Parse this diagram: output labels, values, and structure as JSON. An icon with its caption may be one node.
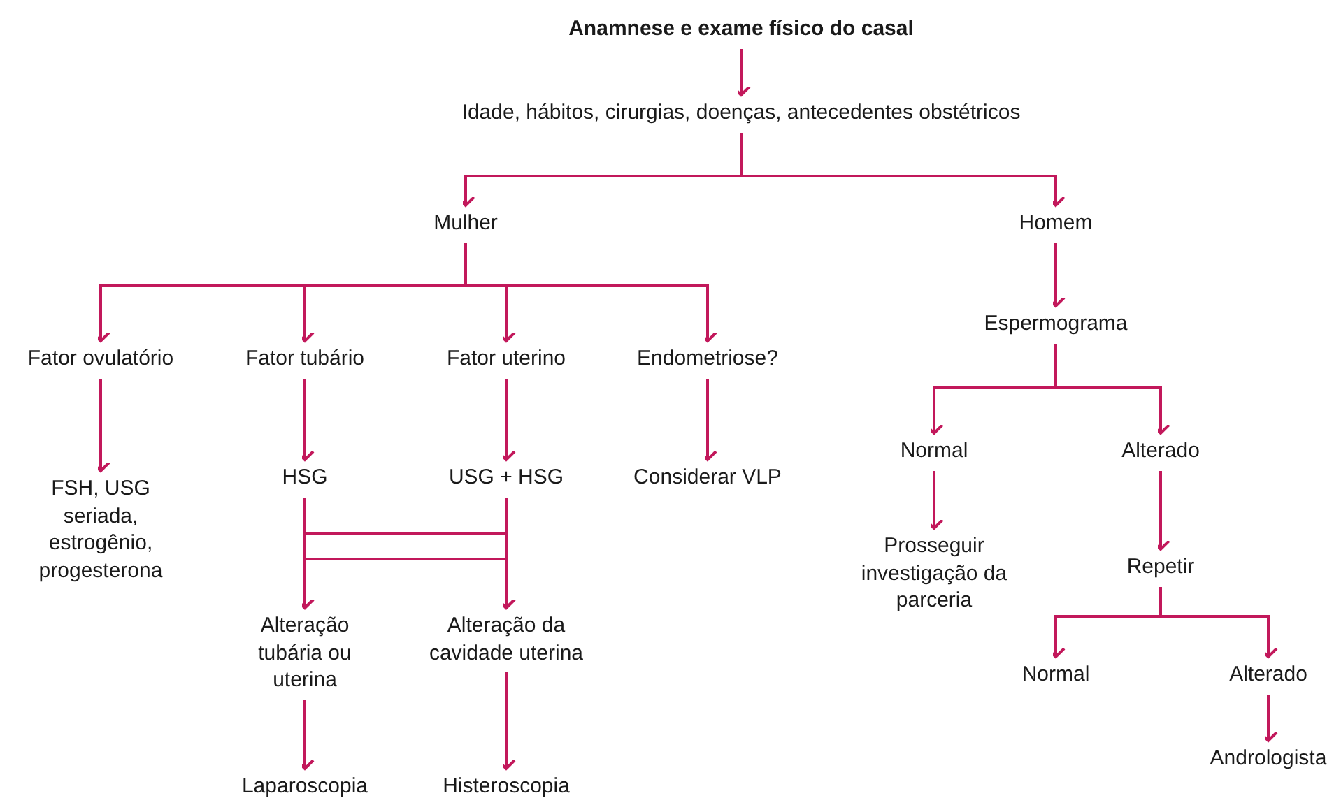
{
  "diagram": {
    "nodes": [
      {
        "text": [
          "Anamnese e exame físico do casal"
        ]
      },
      {
        "text": [
          "Idade, hábitos, cirurgias, doenças, antecedentes obstétricos"
        ]
      },
      {
        "text": [
          "Mulher"
        ]
      },
      {
        "text": [
          "Homem"
        ]
      },
      {
        "text": [
          "Fator ovulatório"
        ]
      },
      {
        "text": [
          "Fator tubário"
        ]
      },
      {
        "text": [
          "Fator uterino"
        ]
      },
      {
        "text": [
          "Endometriose?"
        ]
      },
      {
        "text": [
          "FSH, USG seriada, estrogênio, progesterona"
        ]
      },
      {
        "text": [
          "HSG"
        ]
      },
      {
        "text": [
          "USG + HSG"
        ]
      },
      {
        "text": [
          "Considerar VLP"
        ]
      },
      {
        "text": [
          "Alteração tubária ou uterina"
        ]
      },
      {
        "text": [
          "Alteração da cavidade uterina"
        ]
      },
      {
        "text": [
          "Laparoscopia"
        ]
      },
      {
        "text": [
          "Histeroscopia"
        ]
      },
      {
        "text": [
          "Espermograma"
        ]
      },
      {
        "text": [
          "Normal"
        ]
      },
      {
        "text": [
          "Alterado"
        ]
      },
      {
        "text": [
          "Prosseguir investigação da parceria"
        ]
      },
      {
        "text": [
          "Repetir"
        ]
      },
      {
        "text": [
          "Normal"
        ]
      },
      {
        "text": [
          "Alterado"
        ]
      },
      {
        "text": [
          "Andrologista"
        ]
      }
    ],
    "edges": [
      {
        "from": 0,
        "to": 1,
        "arrow": "to"
      },
      {
        "from": 1,
        "to": 2,
        "arrow": "to"
      },
      {
        "from": 1,
        "to": 3,
        "arrow": "to"
      },
      {
        "from": 2,
        "to": 4,
        "arrow": "to"
      },
      {
        "from": 2,
        "to": 5,
        "arrow": "to"
      },
      {
        "from": 2,
        "to": 6,
        "arrow": "to"
      },
      {
        "from": 2,
        "to": 7,
        "arrow": "to"
      },
      {
        "from": 4,
        "to": 8,
        "arrow": "to"
      },
      {
        "from": 5,
        "to": 9,
        "arrow": "to"
      },
      {
        "from": 6,
        "to": 10,
        "arrow": "to"
      },
      {
        "from": 7,
        "to": 11,
        "arrow": "to"
      },
      {
        "from": 9,
        "to": 12,
        "arrow": "to"
      },
      {
        "from": 9,
        "to": 13,
        "arrow": "to"
      },
      {
        "from": 10,
        "to": 13,
        "arrow": "to"
      },
      {
        "from": 10,
        "to": 12,
        "arrow": "to"
      },
      {
        "from": 12,
        "to": 14,
        "arrow": "to"
      },
      {
        "from": 13,
        "to": 15,
        "arrow": "to"
      },
      {
        "from": 3,
        "to": 16,
        "arrow": "to"
      },
      {
        "from": 16,
        "to": 17,
        "arrow": "to"
      },
      {
        "from": 16,
        "to": 18,
        "arrow": "to"
      },
      {
        "from": 17,
        "to": 19,
        "arrow": "to"
      },
      {
        "from": 18,
        "to": 20,
        "arrow": "to"
      },
      {
        "from": 20,
        "to": 21,
        "arrow": "to"
      },
      {
        "from": 20,
        "to": 22,
        "arrow": "to"
      },
      {
        "from": 22,
        "to": 23,
        "arrow": "to"
      }
    ]
  }
}
